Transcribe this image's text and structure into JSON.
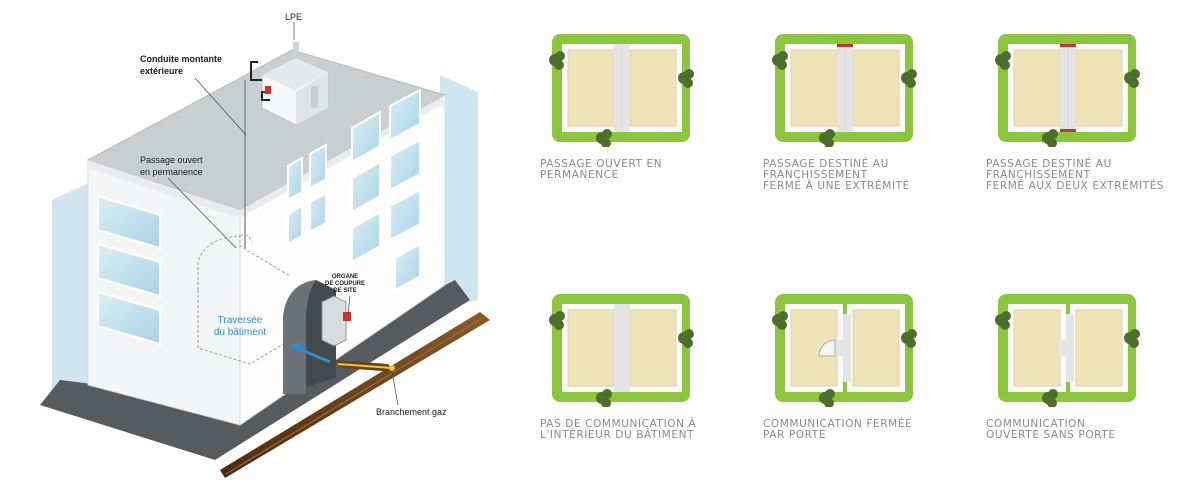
{
  "building": {
    "labels": {
      "lpe": "LPE",
      "conduite_line1": "Conduite montante",
      "conduite_line2": "extérieure",
      "passage_line1": "Passage ouvert",
      "passage_line2": "en permanence",
      "organe_line1": "ORGANE",
      "organe_line2": "DE COUPURE",
      "organe_line3": "DE SITE",
      "traversee_line1": "Traversée",
      "traversee_line2": "du bâtiment",
      "branchement": "Branchement gaz"
    }
  },
  "panels": [
    {
      "caption_lines": [
        "PASSAGE OUVERT EN",
        "PERMANENCE"
      ]
    },
    {
      "caption_lines": [
        "PASSAGE DESTINÉ AU",
        "FRANCHISSEMENT",
        "FERMÉ À UNE EXTRÉMITÉ"
      ]
    },
    {
      "caption_lines": [
        "PASSAGE DESTINÉ AU",
        "FRANCHISSEMENT",
        "FERMÉ AUX DEUX EXTRÉMITÉS"
      ]
    },
    {
      "caption_lines": [
        "PAS DE COMMUNICATION À",
        "L'INTÉRIEUR DU BÂTIMENT"
      ]
    },
    {
      "caption_lines": [
        "COMMUNICATION FERMÉE",
        "PAR PORTE"
      ]
    },
    {
      "caption_lines": [
        "COMMUNICATION",
        "OUVERTE SANS PORTE"
      ]
    }
  ],
  "colors": {
    "grass": "#8cc63f",
    "bush": "#4e6e2e",
    "room_fill": "#efe3b8",
    "wall": "#fafafa",
    "corridor": "#e4e4e4",
    "red_bar": "#c0392b",
    "caption": "#8a8a8a",
    "accent_blue": "#2d8fcf"
  }
}
